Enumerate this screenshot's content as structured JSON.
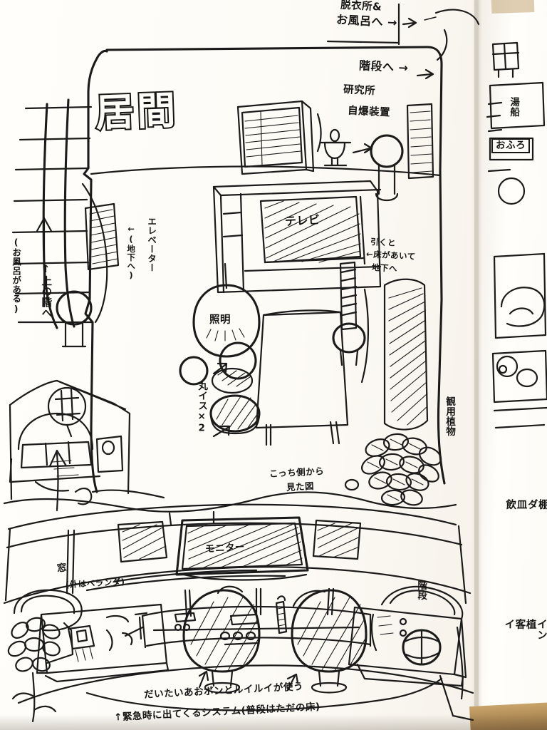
{
  "page": {
    "medium": "hand-drawn pencil/pen sketch in a notebook",
    "subject": "Floor plan of a living room (居間) with hidden base features",
    "title": "居間"
  },
  "annotations": {
    "top_right_line1": "脱衣所&",
    "top_right_line2": "お風呂へ →",
    "stairs_to": "階段へ →",
    "lab": "研究所",
    "self_destruct": "自爆装置",
    "up_floor": "↑上の階へ",
    "up_floor_note": "(お風呂がある)",
    "elevator": "エレベーター",
    "elevator_note": "←(地下へ)",
    "tv": "テレビ",
    "pull_line1": "引くと",
    "pull_line2": "←床があいて",
    "pull_line3": "地下へ",
    "lighting": "照明",
    "round_stools": "丸イス×2",
    "plant": "観用植物",
    "view_line1": "こっち側から",
    "view_line2": "見た図",
    "monitor": "モニター",
    "window": "窓",
    "window_note": "(外はベランダ)",
    "stairs_right": "階段",
    "bottom_line1": "だいたいあおボンとルイルイが使う",
    "bottom_line2": "↑緊急時に出てくるシステム(普段はただの床)"
  },
  "right_page": {
    "bathtub": "湯船",
    "bath_label": "おふろ",
    "col_text_1": "棚\nダ\n皿\n飲",
    "col_text_2": "イン\n植\n客\nイ"
  },
  "colors": {
    "ink": "#1b1b1b",
    "paper_left": "#fdfcf9",
    "paper_right": "#f7f3ec",
    "background": "#e9e5dd",
    "tape": "#c4a676"
  }
}
